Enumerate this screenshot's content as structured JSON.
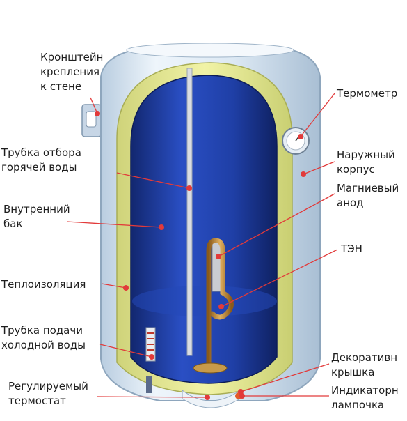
{
  "diagram": {
    "colors": {
      "leader_line": "#e23a3a",
      "dot": "#e23a3a",
      "insulation": "#e8e86a",
      "inner_tank": "#1e3fa8",
      "outer_shell": "#d8e6f2"
    },
    "labels": {
      "bracket": [
        "Кронштейн",
        "крепления",
        "к стене"
      ],
      "hot_pipe": [
        "Трубка отбора",
        "горячей воды"
      ],
      "inner_tank": [
        "Внутренний",
        "бак"
      ],
      "insulation": [
        "Теплоизоляция"
      ],
      "cold_pipe": [
        "Трубка подачи",
        "холодной воды"
      ],
      "thermostat": [
        "Регулируемый",
        "термостат"
      ],
      "thermometer": [
        "Термометр"
      ],
      "outer_shell": [
        "Наружный",
        "корпус"
      ],
      "anode": [
        "Магниевый",
        "анод"
      ],
      "heater": [
        "ТЭН"
      ],
      "cover": [
        "Декоративн",
        "крышка"
      ],
      "lamp": [
        "Индикаторн",
        "лампочка"
      ]
    }
  }
}
